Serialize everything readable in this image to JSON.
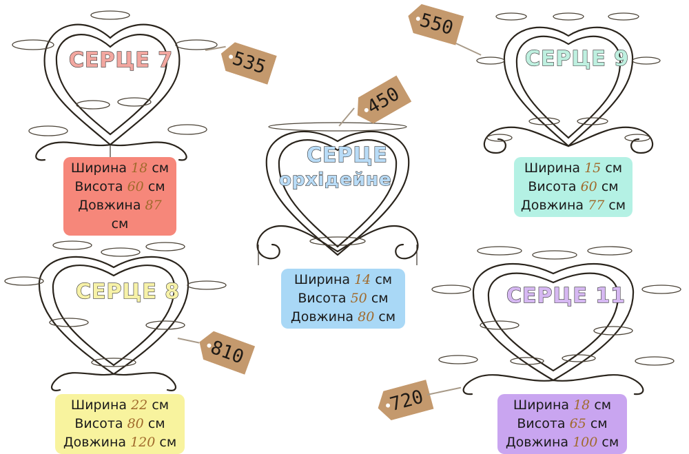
{
  "stands": [
    {
      "id": "serce-7",
      "name": "СЕРЦЕ 7",
      "name_color": "#f2a7a0",
      "price": "535",
      "spec_bg": "#f6877a",
      "width_label": "Ширина",
      "width_value": "18",
      "width_unit": "см",
      "height_label": "Висота",
      "height_value": "60",
      "height_unit": "см",
      "length_label": "Довжина",
      "length_value": "87",
      "length_unit": "см"
    },
    {
      "id": "serce-orchid",
      "name_line1": "СЕРЦЕ",
      "name_line2": "орхідейне",
      "name_color": "#b9dcf7",
      "price": "450",
      "spec_bg": "#a9d8f6",
      "width_label": "Ширина",
      "width_value": "14",
      "width_unit": "см",
      "height_label": "Висота",
      "height_value": "50",
      "height_unit": "см",
      "length_label": "Довжина",
      "length_value": "80",
      "length_unit": "см"
    },
    {
      "id": "serce-9",
      "name": "СЕРЦЕ 9",
      "name_color": "#bff0e0",
      "price": "550",
      "spec_bg": "#b4f1e4",
      "width_label": "Ширина",
      "width_value": "15",
      "width_unit": "см",
      "height_label": "Висота",
      "height_value": "60",
      "height_unit": "см",
      "length_label": "Довжина",
      "length_value": "77",
      "length_unit": "см"
    },
    {
      "id": "serce-8",
      "name": "СЕРЦЕ 8",
      "name_color": "#f7f2a8",
      "price": "810",
      "spec_bg": "#f8f39e",
      "width_label": "Ширина",
      "width_value": "22",
      "width_unit": "см",
      "height_label": "Висота",
      "height_value": "80",
      "height_unit": "см",
      "length_label": "Довжина",
      "length_value": "120",
      "length_unit": "см"
    },
    {
      "id": "serce-11",
      "name": "СЕРЦЕ 11",
      "name_color": "#d6b8f2",
      "price": "720",
      "spec_bg": "#c9a5f0",
      "width_label": "Ширина",
      "width_value": "18",
      "width_unit": "см",
      "height_label": "Висота",
      "height_value": "65",
      "height_unit": "см",
      "length_label": "Довжина",
      "length_value": "100",
      "length_unit": "см"
    }
  ]
}
